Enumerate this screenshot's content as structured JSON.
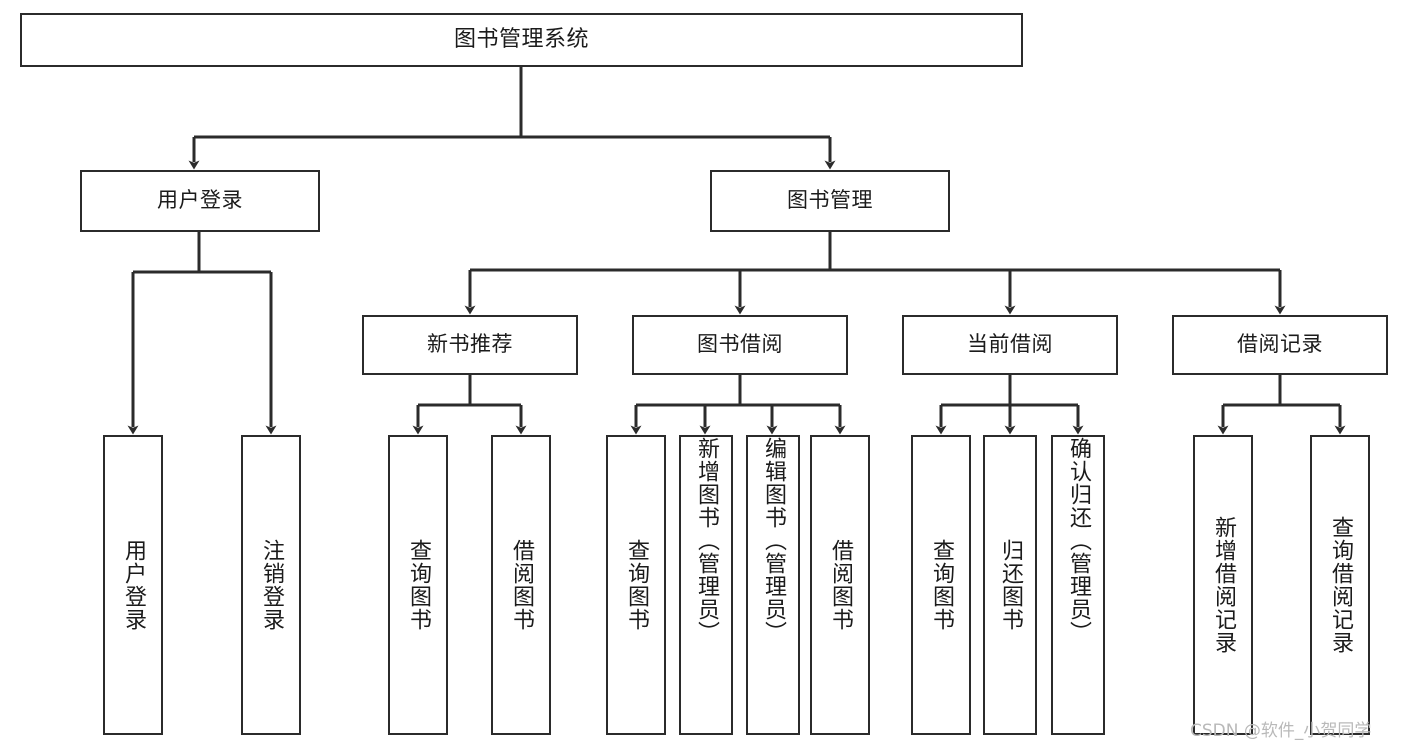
{
  "diagram": {
    "title": "图书管理系统",
    "type": "tree",
    "orientation": "top-down",
    "colors": {
      "stroke": "#2b2b2b",
      "fill": "#ffffff",
      "text": "#1b1b1b",
      "watermark": "#b9b9b9"
    },
    "root": {
      "label": "图书管理系统"
    },
    "level2": [
      {
        "label": "用户登录"
      },
      {
        "label": "图书管理"
      }
    ],
    "level3": [
      {
        "label": "新书推荐"
      },
      {
        "label": "图书借阅"
      },
      {
        "label": "当前借阅"
      },
      {
        "label": "借阅记录"
      }
    ],
    "leaves": {
      "user_login": [
        {
          "label": "用户登录"
        },
        {
          "label": "注销登录"
        }
      ],
      "new_book": [
        {
          "label": "查询图书"
        },
        {
          "label": "借阅图书"
        }
      ],
      "book_borrow": [
        {
          "label": "查询图书"
        },
        {
          "label": "新增图书（管理员）"
        },
        {
          "label": "编辑图书（管理员）"
        },
        {
          "label": "借阅图书"
        }
      ],
      "current_borrow": [
        {
          "label": "查询图书"
        },
        {
          "label": "归还图书"
        },
        {
          "label": "确认归还（管理员）"
        }
      ],
      "borrow_record": [
        {
          "label": "新增借阅记录"
        },
        {
          "label": "查询借阅记录"
        }
      ]
    },
    "watermark": "CSDN @软件_小贺同学"
  }
}
